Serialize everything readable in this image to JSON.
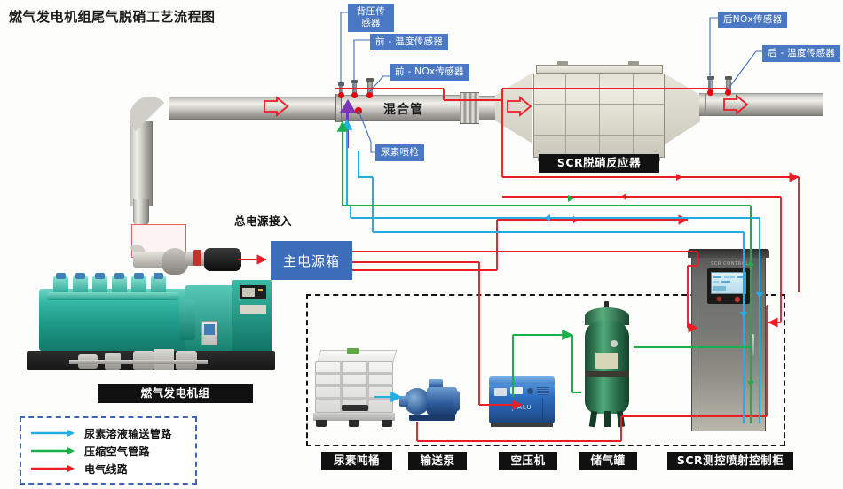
{
  "title": "燃气发电机组尾气脱硝工艺流程图",
  "colors": {
    "urea_line": "#22ade5",
    "air_line": "#17b04b",
    "electric_line": "#ee1c25",
    "callout_bg": "#4a78c4",
    "power_box_bg": "#3d6cb9",
    "caption_bg": "#111111",
    "injector": "#7b35b5"
  },
  "sensors": {
    "back_pressure": "背压传感器",
    "pre_temperature": "前 - 温度传感器",
    "pre_nox": "前 - NOx传感器",
    "post_nox": "后NOx传感器",
    "post_temperature": "后 - 温度传感器"
  },
  "pipeline": {
    "mixing_pipe": "混合管",
    "urea_injector": "尿素喷枪",
    "scr_reactor": "SCR脱硝反应器"
  },
  "power": {
    "inlet_label": "总电源接入",
    "box_label": "主电源箱"
  },
  "equipment": {
    "generator": "燃气发电机组",
    "urea_tote": "尿素吨桶",
    "transfer_pump": "输送泵",
    "air_compressor": "空压机",
    "air_tank": "储气罐",
    "control_cabinet": "SCR测控喷射控制柜"
  },
  "compressor_brand": "JIALU",
  "legend": {
    "items": [
      {
        "label": "尿素溶液输送管路",
        "color": "#22ade5",
        "icon": "arrow-right-icon"
      },
      {
        "label": "压缩空气管路",
        "color": "#17b04b",
        "icon": "arrow-right-icon"
      },
      {
        "label": "电气线路",
        "color": "#ee1c25",
        "icon": "arrow-right-icon"
      }
    ]
  },
  "flow_arrows": {
    "icon": "flow-arrow-icon",
    "count": 3,
    "color": "#ee1c25"
  }
}
